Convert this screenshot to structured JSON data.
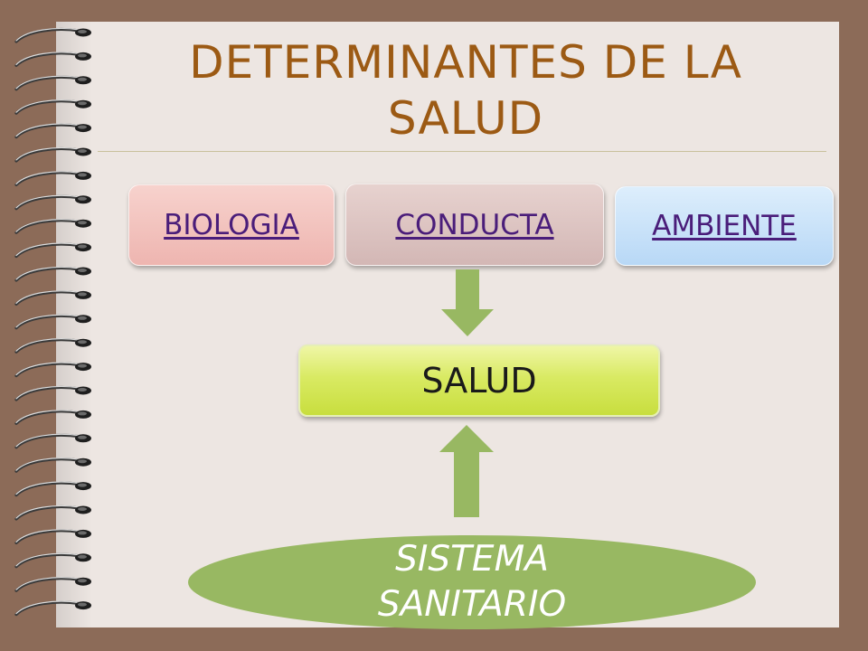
{
  "title": "DETERMINANTES DE LA SALUD",
  "boxes": {
    "biologia": "BIOLOGIA",
    "conducta": "CONDUCTA",
    "ambiente": "AMBIENTE"
  },
  "center": "SALUD",
  "bottom": "SISTEMA SANITARIO",
  "colors": {
    "background": "#8c6b58",
    "page": "#ede6e2",
    "title": "#9c5a14",
    "link": "#4a1d7a",
    "arrow": "#98b862",
    "salud_box": "#d9ea63",
    "ellipse": "#98b862"
  }
}
